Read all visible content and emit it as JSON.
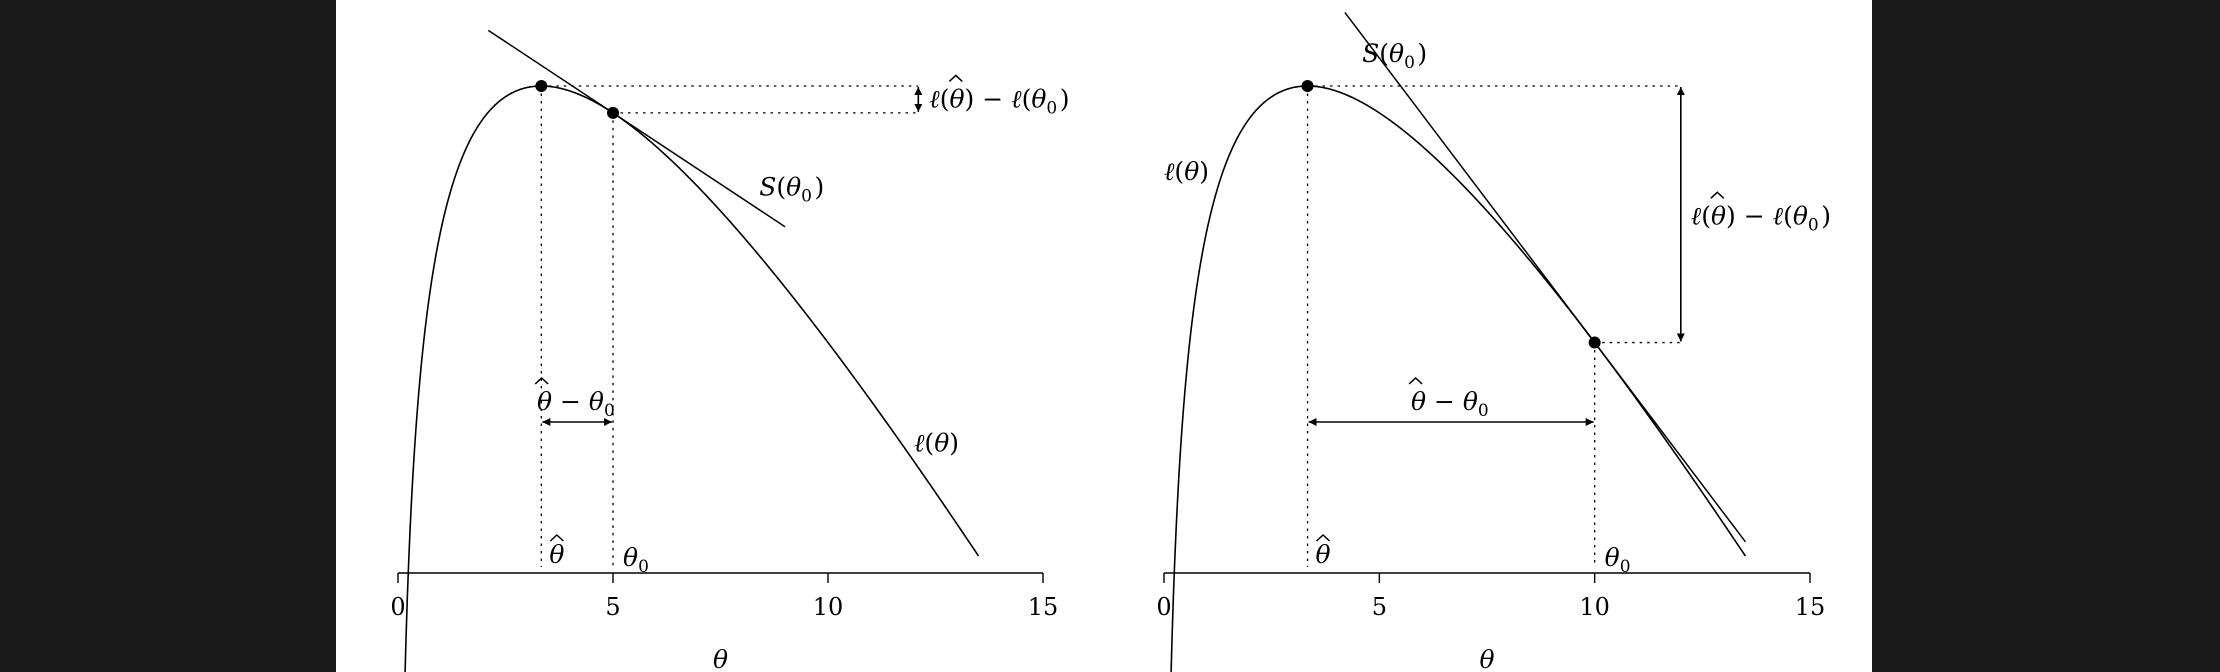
{
  "chart_data": [
    {
      "type": "line",
      "panel": "left",
      "xlim": [
        0,
        15
      ],
      "xticks": [
        0,
        5,
        10,
        15
      ],
      "xlabel": "θ",
      "curve_label": "ℓ(θ)",
      "tangent_label": "S(θ₀)",
      "theta_hat": 2.9,
      "theta_0": 5,
      "loglik_diff_label": "ℓ(θ̂) − ℓ(θ₀)",
      "theta_diff_label": "θ̂ − θ₀",
      "theta_hat_label": "θ̂",
      "theta_0_label": "θ₀",
      "curve": {
        "a": 1.0,
        "b": 0.3,
        "x_min": 0.15,
        "x_max": 13.5
      }
    },
    {
      "type": "line",
      "panel": "right",
      "xlim": [
        0,
        15
      ],
      "xticks": [
        0,
        5,
        10,
        15
      ],
      "xlabel": "θ",
      "curve_label": "ℓ(θ)",
      "tangent_label": "S(θ₀)",
      "theta_hat": 2.9,
      "theta_0": 10,
      "loglik_diff_label": "ℓ(θ̂) − ℓ(θ₀)",
      "theta_diff_label": "θ̂ − θ₀",
      "theta_hat_label": "θ̂",
      "theta_0_label": "θ₀",
      "curve": {
        "a": 1.0,
        "b": 0.3,
        "x_min": 0.15,
        "x_max": 13.5
      }
    }
  ]
}
